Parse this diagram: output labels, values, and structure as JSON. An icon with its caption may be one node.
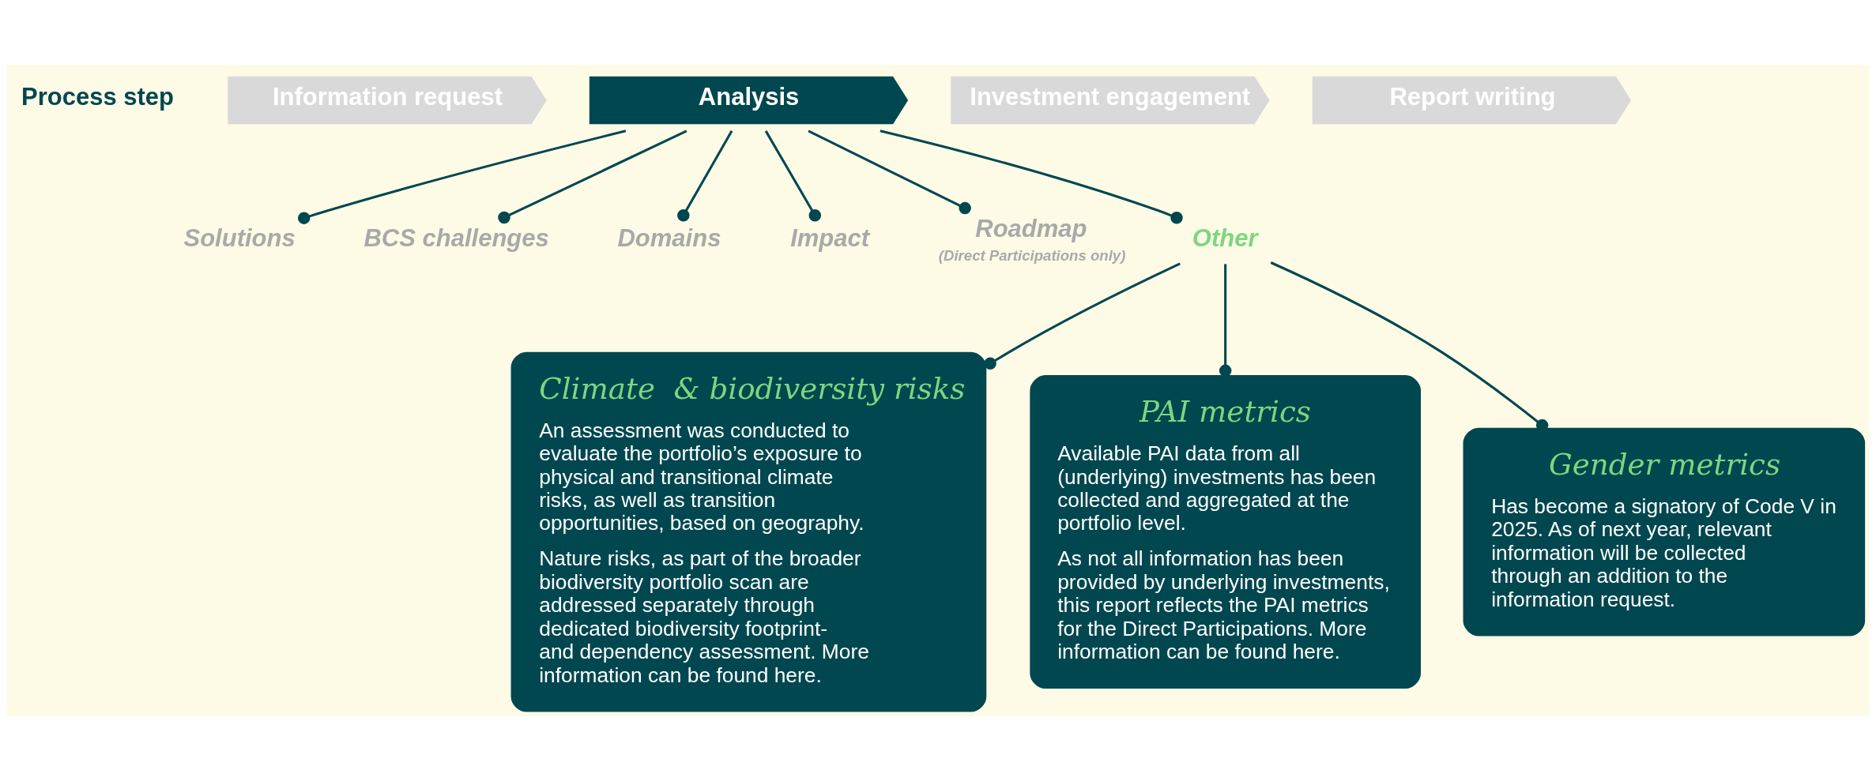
{
  "diagram": {
    "nodes": [
      {
        "text": [
          "Information request"
        ]
      },
      {
        "text": [
          "Analysis"
        ]
      },
      {
        "text": [
          "Investment engagement"
        ]
      },
      {
        "text": [
          "Report writing"
        ]
      },
      {
        "text": [
          "Solutions"
        ]
      },
      {
        "text": [
          "BCS challenges"
        ]
      },
      {
        "text": [
          "Domains"
        ]
      },
      {
        "text": [
          "Impact"
        ]
      },
      {
        "text": [
          "Roadmap"
        ],
        "beside": [
          "(Direct Participations only)"
        ]
      },
      {
        "text": [
          "Other"
        ]
      },
      {
        "text": [
          "Climate  & biodiversity risks",
          "An assessment was conducted to evaluate the portfolio’s exposure to physical and transitional climate risks, as well as transition opportunities, based on geography.",
          "Nature risks, as part of the broader biodiversity portfolio scan are addressed separately through dedicated biodiversity footprint- and dependency assessment. More information can be found here."
        ]
      },
      {
        "text": [
          "PAI metrics",
          "Available PAI data from all (underlying) investments has been collected and aggregated at the portfolio level.",
          "As not all information has been provided by underlying investments, this report reflects the PAI metrics for the Direct Participations. More information can be found here."
        ]
      },
      {
        "text": [
          "Gender metrics",
          "Has become a signatory of Code V in 2025. As of next year, relevant information will be collected through an addition to the information request."
        ]
      }
    ],
    "edges": [
      {
        "from": 1,
        "to": 4,
        "arrow": "other"
      },
      {
        "from": 1,
        "to": 5,
        "arrow": "other"
      },
      {
        "from": 1,
        "to": 6,
        "arrow": "other"
      },
      {
        "from": 1,
        "to": 7,
        "arrow": "other"
      },
      {
        "from": 1,
        "to": 8,
        "arrow": "other"
      },
      {
        "from": 1,
        "to": 9,
        "arrow": "other"
      },
      {
        "from": 9,
        "to": 10,
        "arrow": "other"
      },
      {
        "from": 9,
        "to": 11,
        "arrow": "other"
      },
      {
        "from": 9,
        "to": 12,
        "arrow": "other"
      }
    ],
    "labels": [
      "Process step"
    ]
  }
}
